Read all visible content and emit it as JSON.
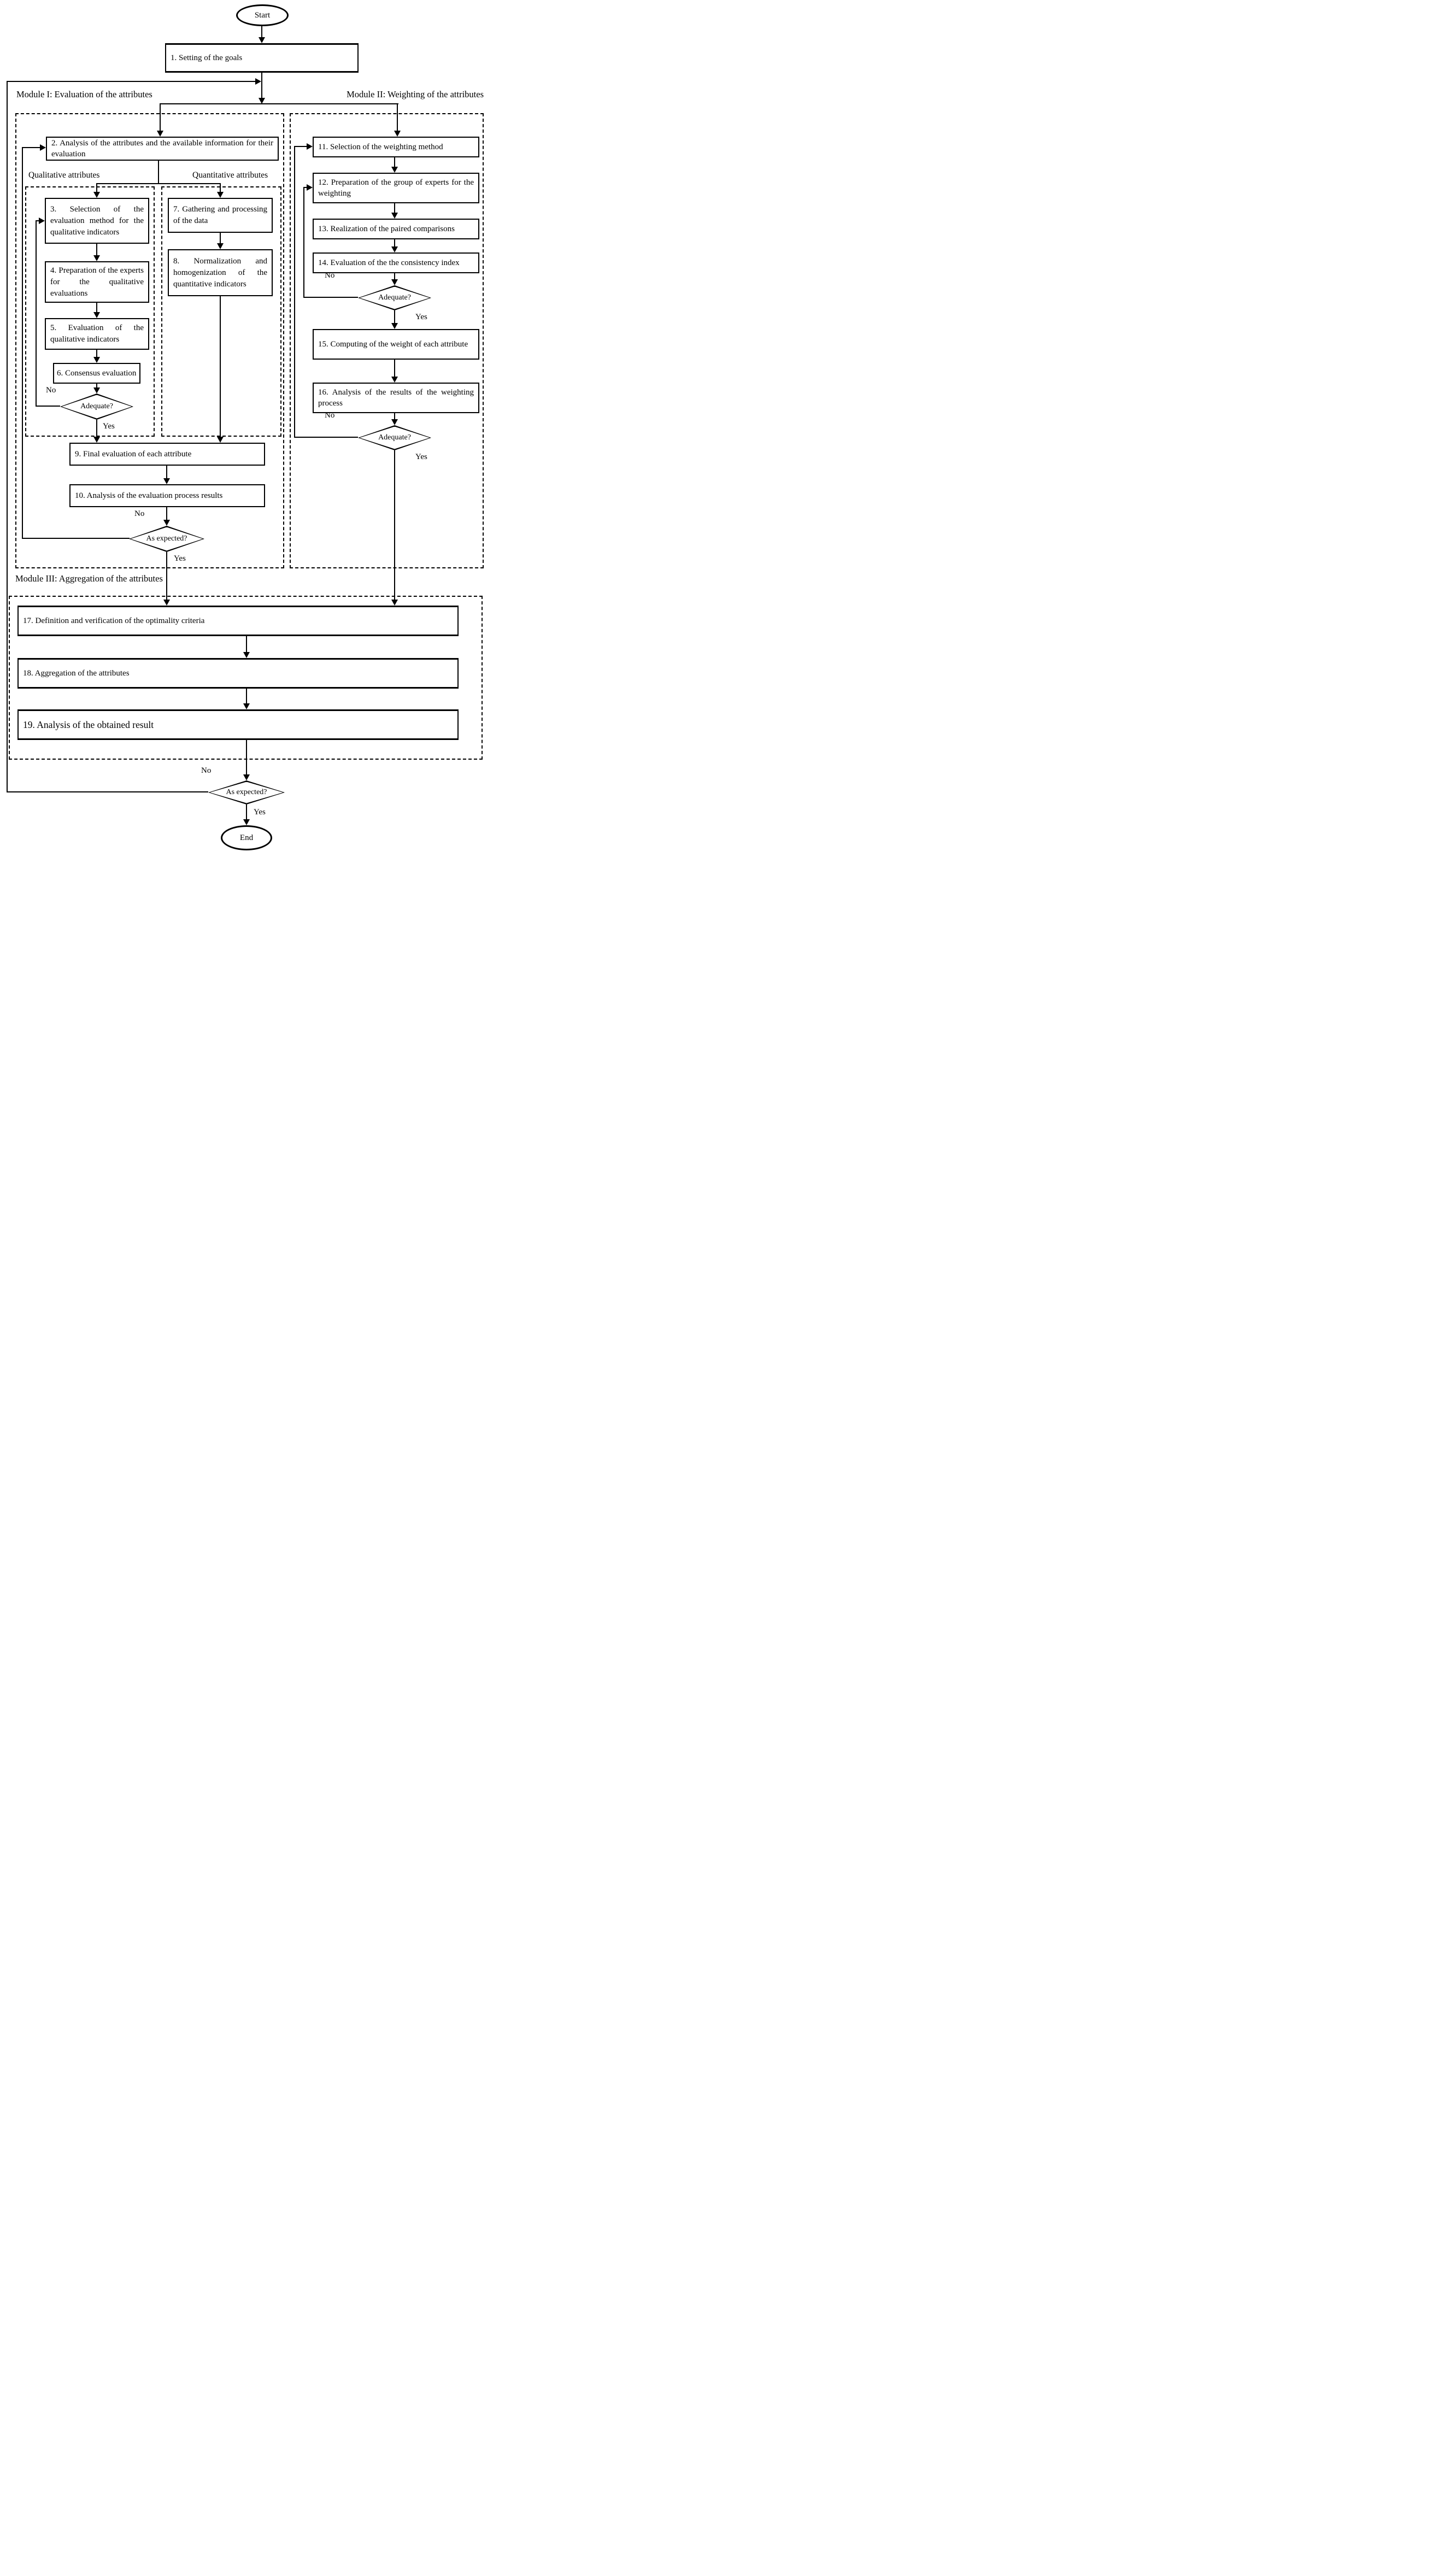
{
  "diagram": {
    "start": "Start",
    "end": "End",
    "modules": {
      "module1": "Module I: Evaluation of the attributes",
      "module2": "Module II: Weighting of the attributes",
      "module3": "Module III: Aggregation of the attributes"
    },
    "branch_labels": {
      "qualitative": "Qualitative attributes",
      "quantitative": "Quantitative attributes"
    },
    "steps": {
      "s1": "1. Setting of the goals",
      "s2": "2. Analysis of the attributes and the available information for their evaluation",
      "s3": "3. Selection of the evaluation method for the qualitative indicators",
      "s4": "4. Preparation of the experts for the qualitative evaluations",
      "s5": "5. Evaluation of the qualitative indicators",
      "s6": "6. Consensus evaluation",
      "s7": "7. Gathering and processing of the data",
      "s8": "8. Normalization and homogenization of the quantitative indicators",
      "s9": "9. Final evaluation of each attribute",
      "s10": "10. Analysis of the evaluation process results",
      "s11": "11. Selection of the weighting method",
      "s12": "12. Preparation of the group of experts for the weighting",
      "s13": "13. Realization of the paired comparisons",
      "s14": "14. Evaluation of the the consistency index",
      "s15": "15. Computing of the weight of each attribute",
      "s16": "16. Analysis of the results of the weighting process",
      "s17": "17. Definition and verification of the optimality criteria",
      "s18": "18. Aggregation of the attributes",
      "s19": "19. Analysis of the obtained result"
    },
    "decisions": {
      "consensus_adequate": "Adequate?",
      "consistency_adequate": "Adequate?",
      "weighting_adequate": "Adequate?",
      "evaluation_as_expected": "As expected?",
      "final_as_expected": "As expected?"
    },
    "edge_labels": {
      "yes": "Yes",
      "no": "No"
    }
  }
}
